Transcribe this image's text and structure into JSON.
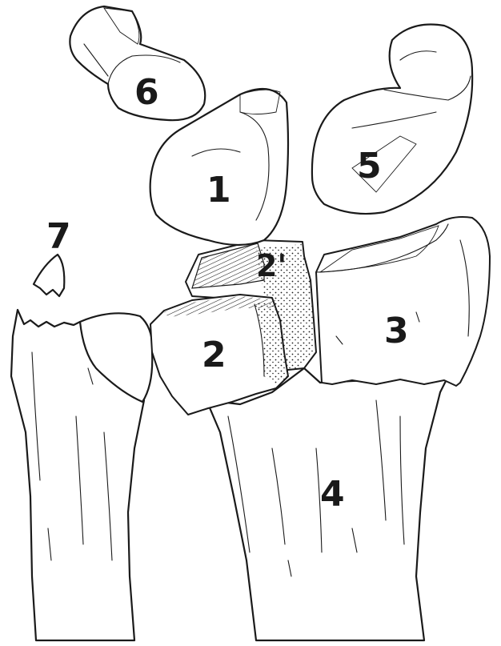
{
  "labels": {
    "l1": "1",
    "l2": "2",
    "l2p": "2'",
    "l3": "3",
    "l4": "4",
    "l5": "5",
    "l6": "6",
    "l7": "7"
  },
  "colors": {
    "ink": "#1a1a1a",
    "paper": "#ffffff"
  }
}
